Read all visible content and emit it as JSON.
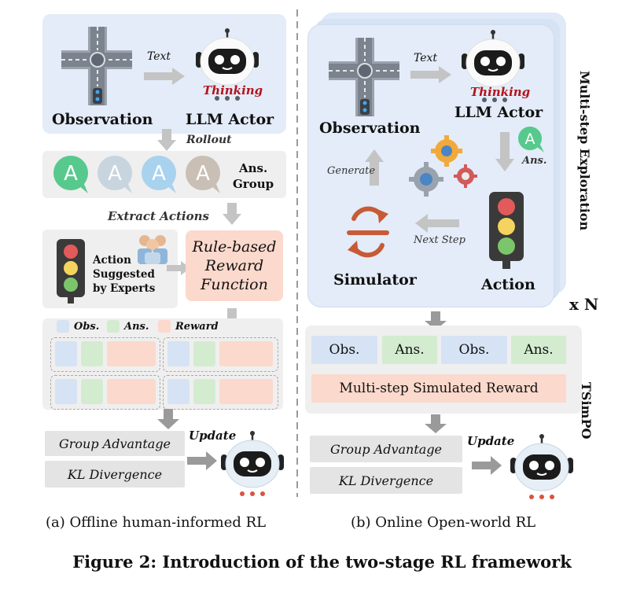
{
  "colors": {
    "obs": "#d5e3f4",
    "ans": "#d3ecd0",
    "reward": "#fbd9cc",
    "panel_blue": "#e3ecf8",
    "panel_gray": "#efefef",
    "box_gray": "#e4e4e4",
    "arrow_gray": "#bdbdbd",
    "thinking_red": "#b5121b",
    "sim_orange": "#c85a35"
  },
  "left": {
    "observation": "Observation",
    "text_arrow": "Text",
    "llm_actor": "LLM Actor",
    "thinking": "Thinking",
    "rollout": "Rollout",
    "ans_group": "Ans.\nGroup",
    "extract_actions": "Extract Actions",
    "action_experts": "Action\nSuggested\nby Experts",
    "reward_function": "Rule-based\nReward\nFunction",
    "legend": {
      "obs": "Obs.",
      "ans": "Ans.",
      "reward": "Reward"
    },
    "group_advantage": "Group Advantage",
    "kl_divergence": "KL Divergence",
    "update": "Update",
    "caption": "(a) Offline human-informed RL"
  },
  "right": {
    "observation": "Observation",
    "text_arrow": "Text",
    "llm_actor": "LLM Actor",
    "thinking": "Thinking",
    "ans": "Ans.",
    "generate": "Generate",
    "next_step": "Next Step",
    "simulator": "Simulator",
    "action": "Action",
    "multi_step_exploration": "Multi-step Exploration",
    "repeat": "x N",
    "sequence": [
      "Obs.",
      "Ans.",
      "Obs.",
      "Ans."
    ],
    "simulated_reward": "Multi-step Simulated Reward",
    "tsimpo": "TSimPO",
    "group_advantage": "Group Advantage",
    "kl_divergence": "KL Divergence",
    "update": "Update",
    "caption": "(b) Online Open-world RL"
  },
  "figure_caption": "Figure 2: Introduction of the two-stage RL framework"
}
